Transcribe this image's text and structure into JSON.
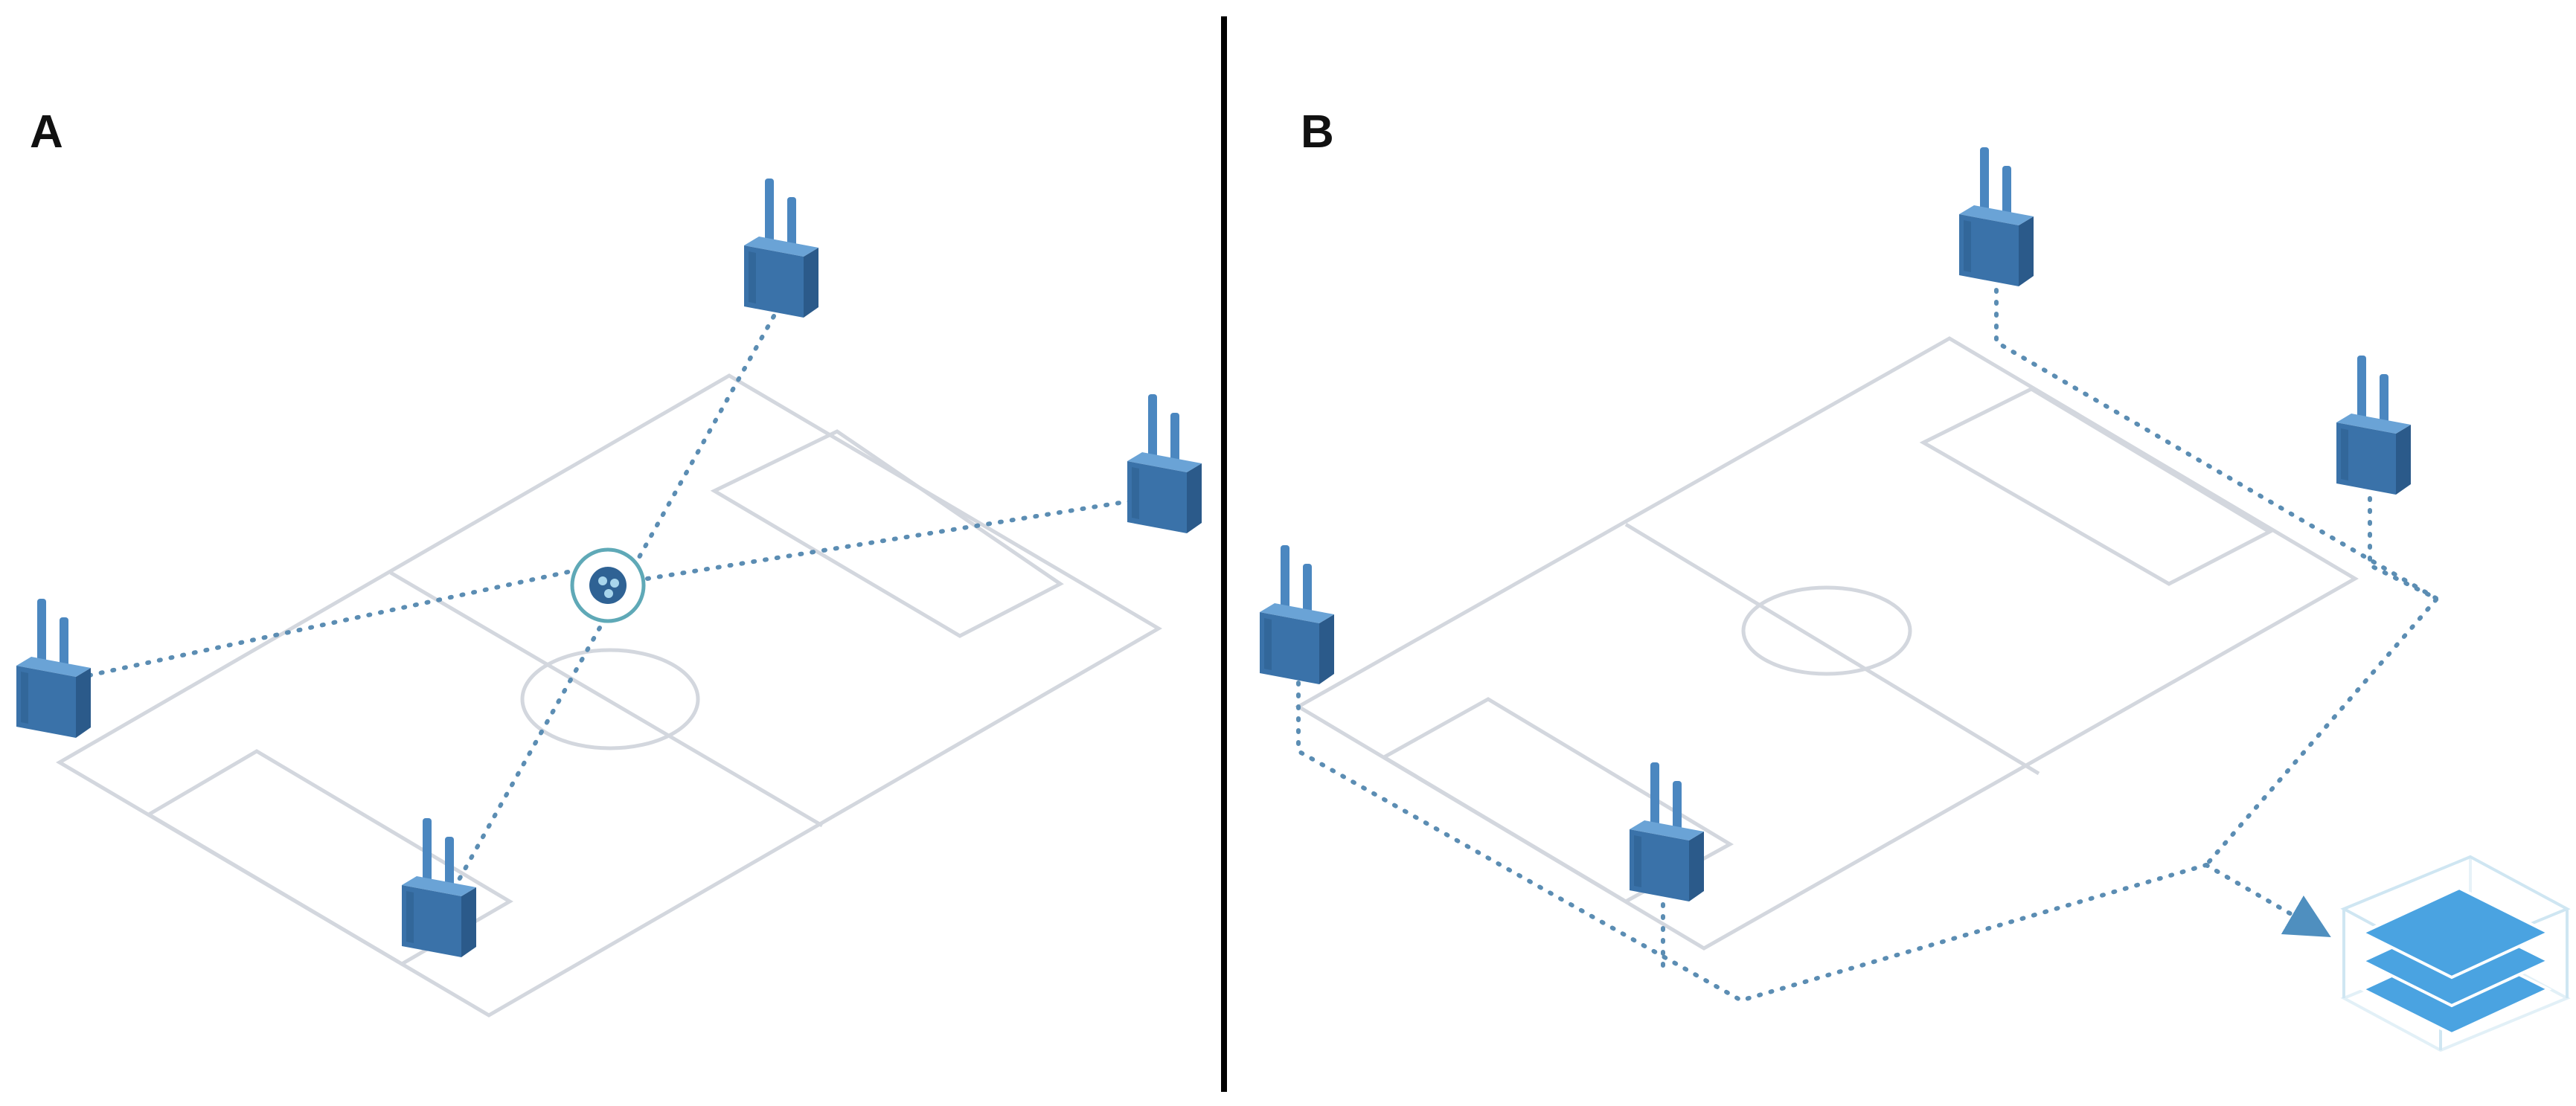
{
  "panels": [
    {
      "id": "A",
      "label": "A"
    },
    {
      "id": "B",
      "label": "B"
    }
  ],
  "colors": {
    "field_line": "#d3d7de",
    "link_dotted": "#5b8db3",
    "sensor_dark": "#2f6294",
    "sensor_mid": "#3c75ad",
    "sensor_light": "#6aa3d6",
    "antenna": "#4b87c0",
    "ball_ring": "#5fa9b7",
    "server_layer": "#4aa3e1",
    "server_box": "#cfe6f2",
    "divider": "#000000"
  },
  "icons": {
    "sensor": "wireless-sensor-icon",
    "ball": "soccer-ball-icon",
    "server": "data-server-stack-icon"
  }
}
